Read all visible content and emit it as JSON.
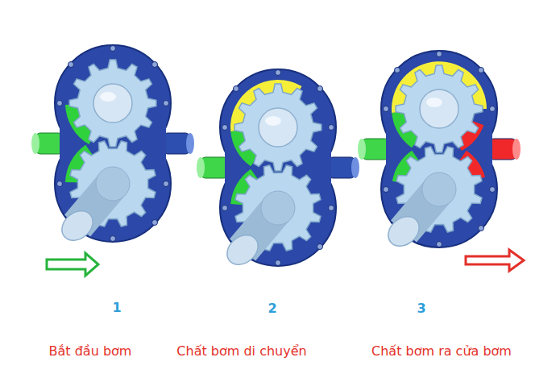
{
  "diagram": {
    "labels": [
      "1",
      "2",
      "3",
      "Bắt đầu bơm",
      "Chất bơm di chuyển",
      "Chất bơm ra cửa bơm"
    ]
  }
}
